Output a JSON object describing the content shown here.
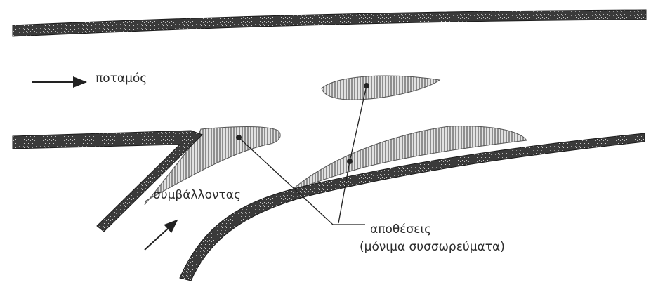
{
  "labels": {
    "river": "ποταμός",
    "tributary": "συμβάλλοντας",
    "deposits": "αποθέσεις",
    "deposits_note": "(μόνιμα συσσωρεύματα)"
  },
  "colors": {
    "bank": "#3a3a3a",
    "bank_dark": "#1c1c1c",
    "deposit_fill": "#9a9a9a",
    "ink": "#2a2a2a",
    "background": "#ffffff"
  }
}
